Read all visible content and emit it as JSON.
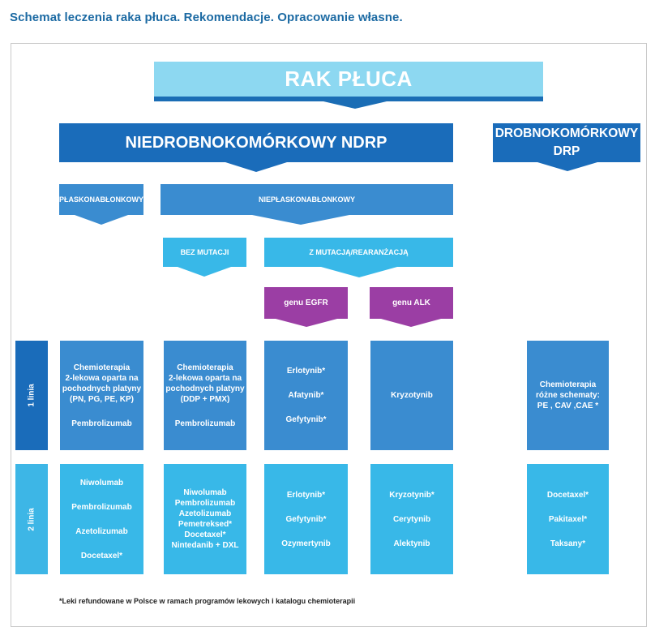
{
  "heading": "Schemat leczenia raka płuca. Rekomendacje. Opracowanie własne.",
  "colors": {
    "title": "#1c6aa3",
    "root": "#8dd8f1",
    "dark_blue": "#1a6cba",
    "mid_blue": "#3a8cd0",
    "light_blue": "#38b8e8",
    "purple": "#9b3ea4"
  },
  "tree": {
    "root": "RAK PŁUCA",
    "nsclc": "NIEDROBNOKOMÓRKOWY NDRP",
    "sclc": [
      "DROBNOKOMÓRKOWY",
      "DRP"
    ],
    "squamous": "PŁASKONABŁONKOWY",
    "nonsquamous": "NIEPŁASKONABŁONKOWY",
    "no_mutation": "BEZ MUTACJI",
    "with_mutation": "Z MUTACJĄ/REARANŻACJĄ",
    "egfr": "genu EGFR",
    "alk": "genu ALK"
  },
  "lines": {
    "first_label": "1 linia",
    "second_label": "2 linia"
  },
  "first_line": {
    "squamous": {
      "main": [
        "Chemioterapia",
        "2-lekowa oparta na",
        "pochodnych platyny",
        "(PN, PG, PE, KP)"
      ],
      "extra": "Pembrolizumab"
    },
    "no_mutation": {
      "main": [
        "Chemioterapia",
        "2-lekowa oparta na",
        "pochodnych platyny",
        "(DDP + PMX)"
      ],
      "extra": "Pembrolizumab"
    },
    "egfr": [
      "Erlotynib*",
      "Afatynib*",
      "Gefytynib*"
    ],
    "alk": [
      "Kryzotynib"
    ],
    "sclc": [
      "Chemioterapia",
      "różne schematy:",
      "PE , CAV ,CAE *"
    ]
  },
  "second_line": {
    "squamous": [
      "Niwolumab",
      "Pembrolizumab",
      "Azetolizumab",
      "Docetaxel*"
    ],
    "no_mutation": [
      "Niwolumab",
      "Pembrolizumab",
      "Azetolizumab",
      "Pemetreksed*",
      "Docetaxel*",
      "Nintedanib + DXL"
    ],
    "egfr": [
      "Erlotynib*",
      "Gefytynib*",
      "Ozymertynib"
    ],
    "alk": [
      "Kryzotynib*",
      "Cerytynib",
      "Alektynib"
    ],
    "sclc": [
      "Docetaxel*",
      "Pakitaxel*",
      "Taksany*"
    ]
  },
  "footnote": "*Leki refundowane w Polsce w ramach programów lekowych i katalogu chemioterapii"
}
